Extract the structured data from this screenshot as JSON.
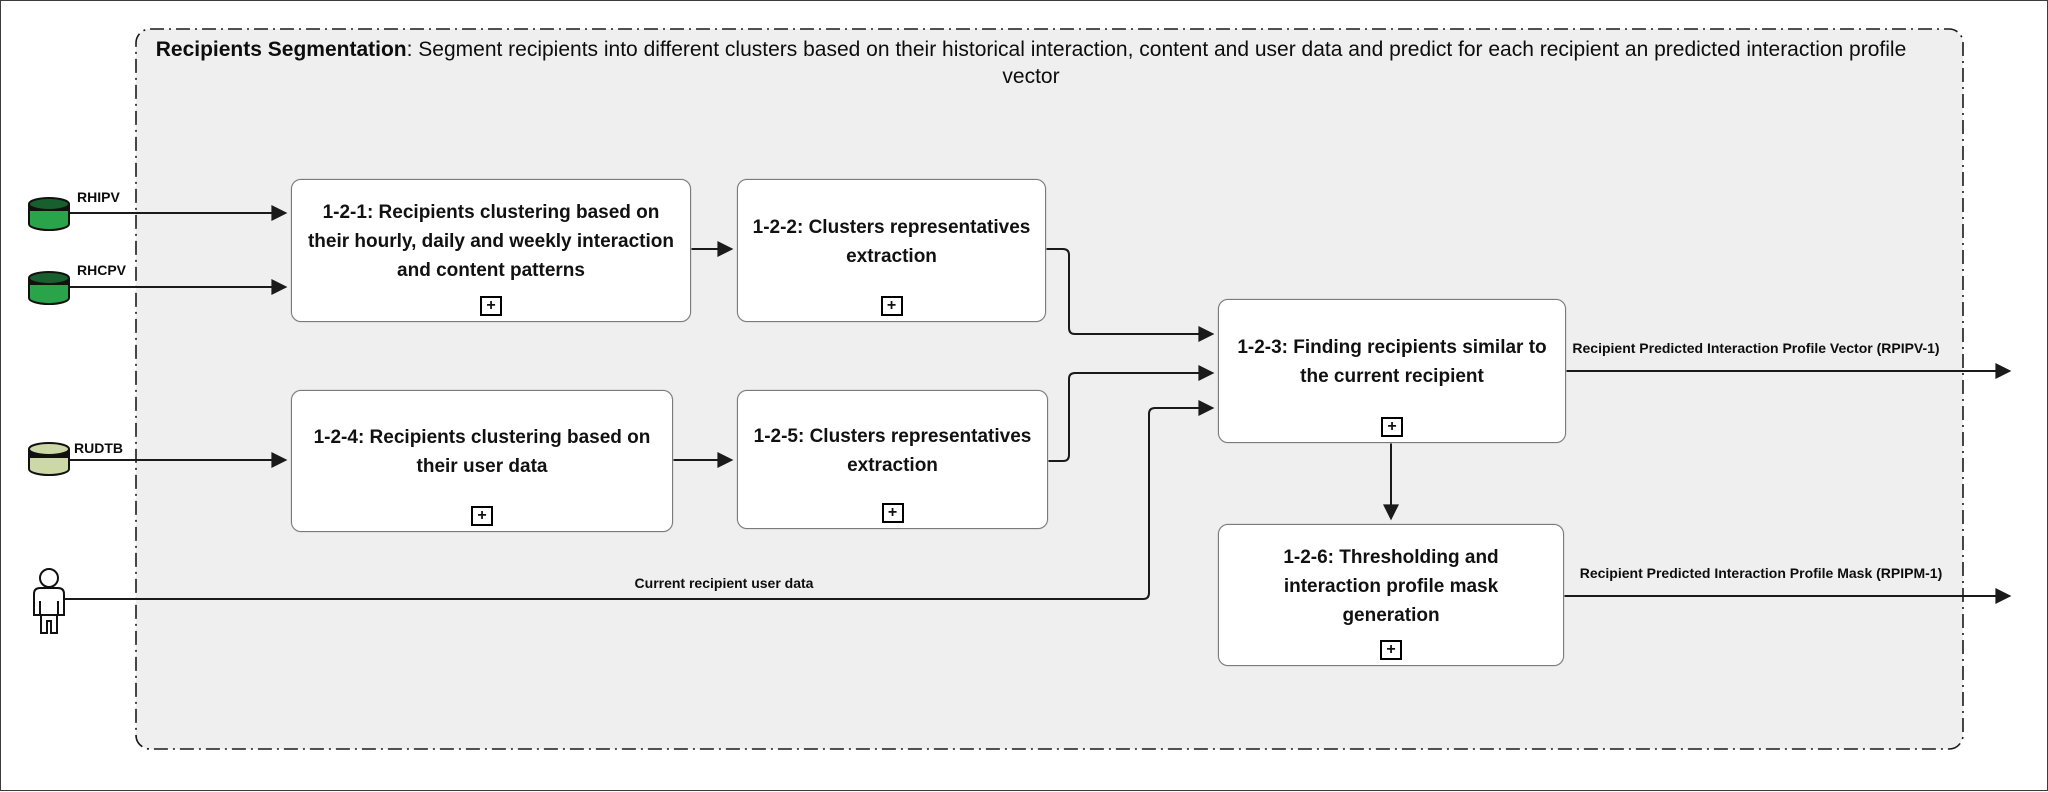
{
  "title": {
    "bold": "Recipients Segmentation",
    "rest": ": Segment recipients into different clusters based on their historical interaction, content and user data and predict for each recipient an predicted interaction profile vector"
  },
  "icons": {
    "plus": "+"
  },
  "colors": {
    "container_fill": "#efefef",
    "edge": "#1a1a1a",
    "box_border": "#7a7a7a",
    "db_green": "#2aa44a",
    "db_sage": "#ccd9a6"
  },
  "datastores": [
    {
      "label": "RHIPV",
      "color": "#2aa44a",
      "top_color": "#17602e"
    },
    {
      "label": "RHCPV",
      "color": "#2aa44a",
      "top_color": "#17602e"
    },
    {
      "label": "RUDTB",
      "color": "#ccd9a6",
      "top_color": "#ccd9a6"
    }
  ],
  "actor": {
    "label": "Current recipient user data"
  },
  "processes": [
    {
      "id": "1-2-1",
      "label": "1-2-1: Recipients clustering based on their hourly, daily and weekly interaction and content patterns"
    },
    {
      "id": "1-2-2",
      "label": "1-2-2: Clusters representatives extraction"
    },
    {
      "id": "1-2-3",
      "label": "1-2-3: Finding recipients similar to the current recipient"
    },
    {
      "id": "1-2-4",
      "label": "1-2-4: Recipients clustering based on their user data"
    },
    {
      "id": "1-2-5",
      "label": "1-2-5: Clusters representatives extraction"
    },
    {
      "id": "1-2-6",
      "label": "1-2-6: Thresholding and interaction profile mask generation"
    }
  ],
  "outputs": [
    {
      "label": "Recipient Predicted Interaction Profile Vector (RPIPV-1)"
    },
    {
      "label": "Recipient Predicted Interaction Profile Mask (RPIPM-1)"
    }
  ]
}
